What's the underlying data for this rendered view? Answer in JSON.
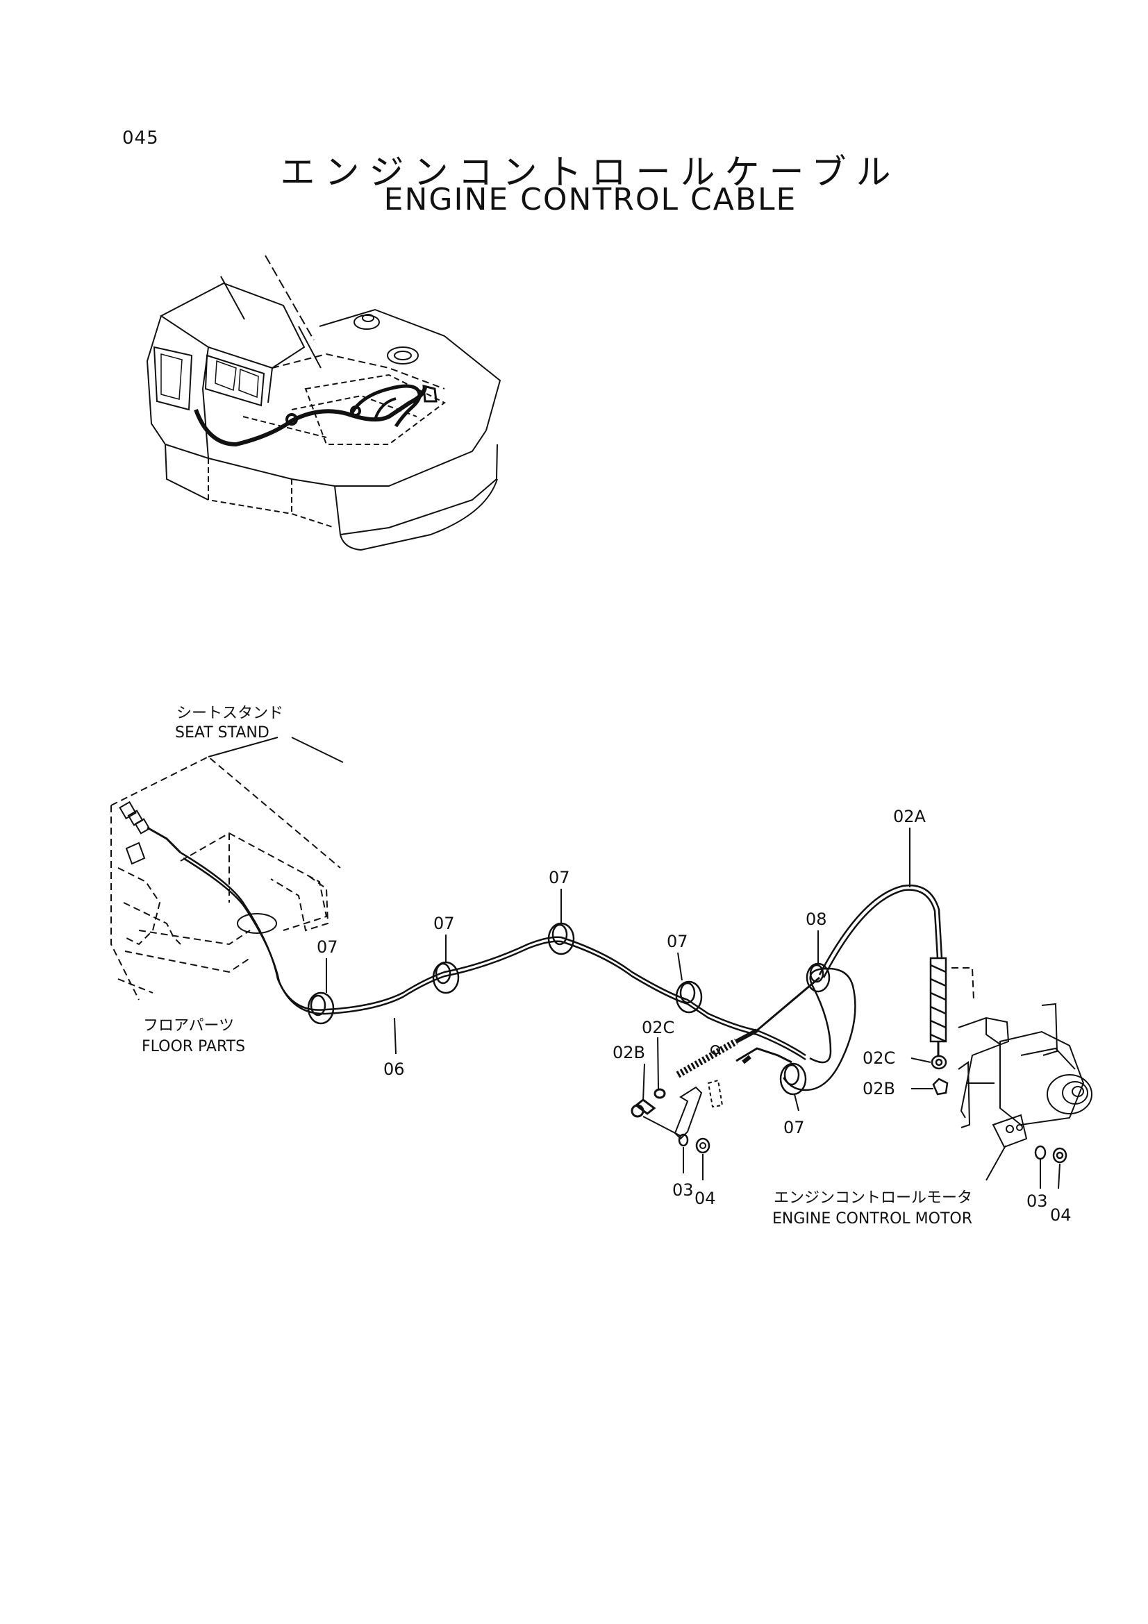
{
  "page_number": "045",
  "title": {
    "jp": "エンジンコントロールケーブル",
    "en": "ENGINE CONTROL CABLE"
  },
  "context_labels": {
    "seat_stand": {
      "jp": "シートスタンド",
      "en": "SEAT STAND"
    },
    "floor_parts": {
      "jp": "フロアパーツ",
      "en": "FLOOR PARTS"
    },
    "engine_control_motor": {
      "jp": "エンジンコントロールモータ",
      "en": "ENGINE CONTROL MOTOR"
    }
  },
  "callouts": {
    "c06": "06",
    "c07a": "07",
    "c07b": "07",
    "c07c": "07",
    "c07d": "07",
    "c07e": "07",
    "c08": "08",
    "c02a": "02A",
    "c02b_left": "02B",
    "c02c_left": "02C",
    "c03_left": "03",
    "c04_left": "04",
    "c02c_right": "02C",
    "c02b_right": "02B",
    "c03_right": "03",
    "c04_right": "04"
  }
}
